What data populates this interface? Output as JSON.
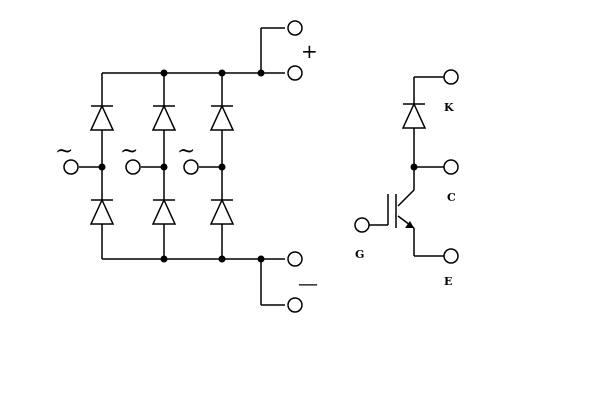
{
  "bridge": {
    "positive_symbol": "+",
    "negative_symbol": "—",
    "ac_symbol": "~",
    "phases": [
      "~",
      "~",
      "~"
    ]
  },
  "chopper": {
    "pin_k": "K",
    "pin_c": "C",
    "pin_g": "G",
    "pin_e": "E"
  },
  "colors": {
    "ink": "#000000",
    "background": "#ffffff"
  }
}
